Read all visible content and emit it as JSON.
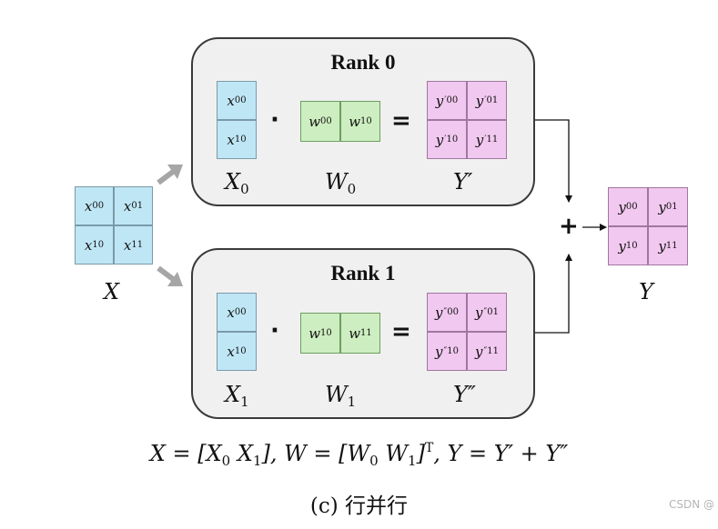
{
  "rank0": {
    "title": "Rank 0",
    "x": [
      [
        "x",
        "00"
      ],
      [
        "x",
        "10"
      ]
    ],
    "w": [
      [
        "w",
        "00"
      ],
      [
        "w",
        "10"
      ]
    ],
    "y": [
      [
        "y",
        "00",
        "′"
      ],
      [
        "y",
        "01",
        "′"
      ],
      [
        "y",
        "10",
        "′"
      ],
      [
        "y",
        "11",
        "′"
      ]
    ],
    "x_label": "X",
    "x_sub": "0",
    "w_label": "W",
    "w_sub": "0",
    "y_label": "Y′"
  },
  "rank1": {
    "title": "Rank 1",
    "x": [
      [
        "x",
        "00"
      ],
      [
        "x",
        "10"
      ]
    ],
    "w": [
      [
        "w",
        "10"
      ],
      [
        "w",
        "11"
      ]
    ],
    "y": [
      [
        "y",
        "00",
        "″"
      ],
      [
        "y",
        "01",
        "″"
      ],
      [
        "y",
        "10",
        "″"
      ],
      [
        "y",
        "11",
        "″"
      ]
    ],
    "x_label": "X",
    "x_sub": "1",
    "w_label": "W",
    "w_sub": "1",
    "y_label": "Y″"
  },
  "input": {
    "cells": [
      [
        "x",
        "00"
      ],
      [
        "x",
        "01"
      ],
      [
        "x",
        "10"
      ],
      [
        "x",
        "11"
      ]
    ],
    "label": "X"
  },
  "output": {
    "cells": [
      [
        "y",
        "00"
      ],
      [
        "y",
        "01"
      ],
      [
        "y",
        "10"
      ],
      [
        "y",
        "11"
      ]
    ],
    "label": "Y"
  },
  "operators": {
    "dot": "·",
    "equals": "=",
    "plus": "+"
  },
  "formula": {
    "p1": "X = [X",
    "s1": "0",
    "p2": " X",
    "s2": "1",
    "p3": "], W = [W",
    "s3": "0",
    "p4": " W",
    "s4": "1",
    "p5": "]",
    "sup": "T",
    "p6": ", Y = Y′ + Y″"
  },
  "caption": "(c) 行并行",
  "watermark": "CSDN @"
}
